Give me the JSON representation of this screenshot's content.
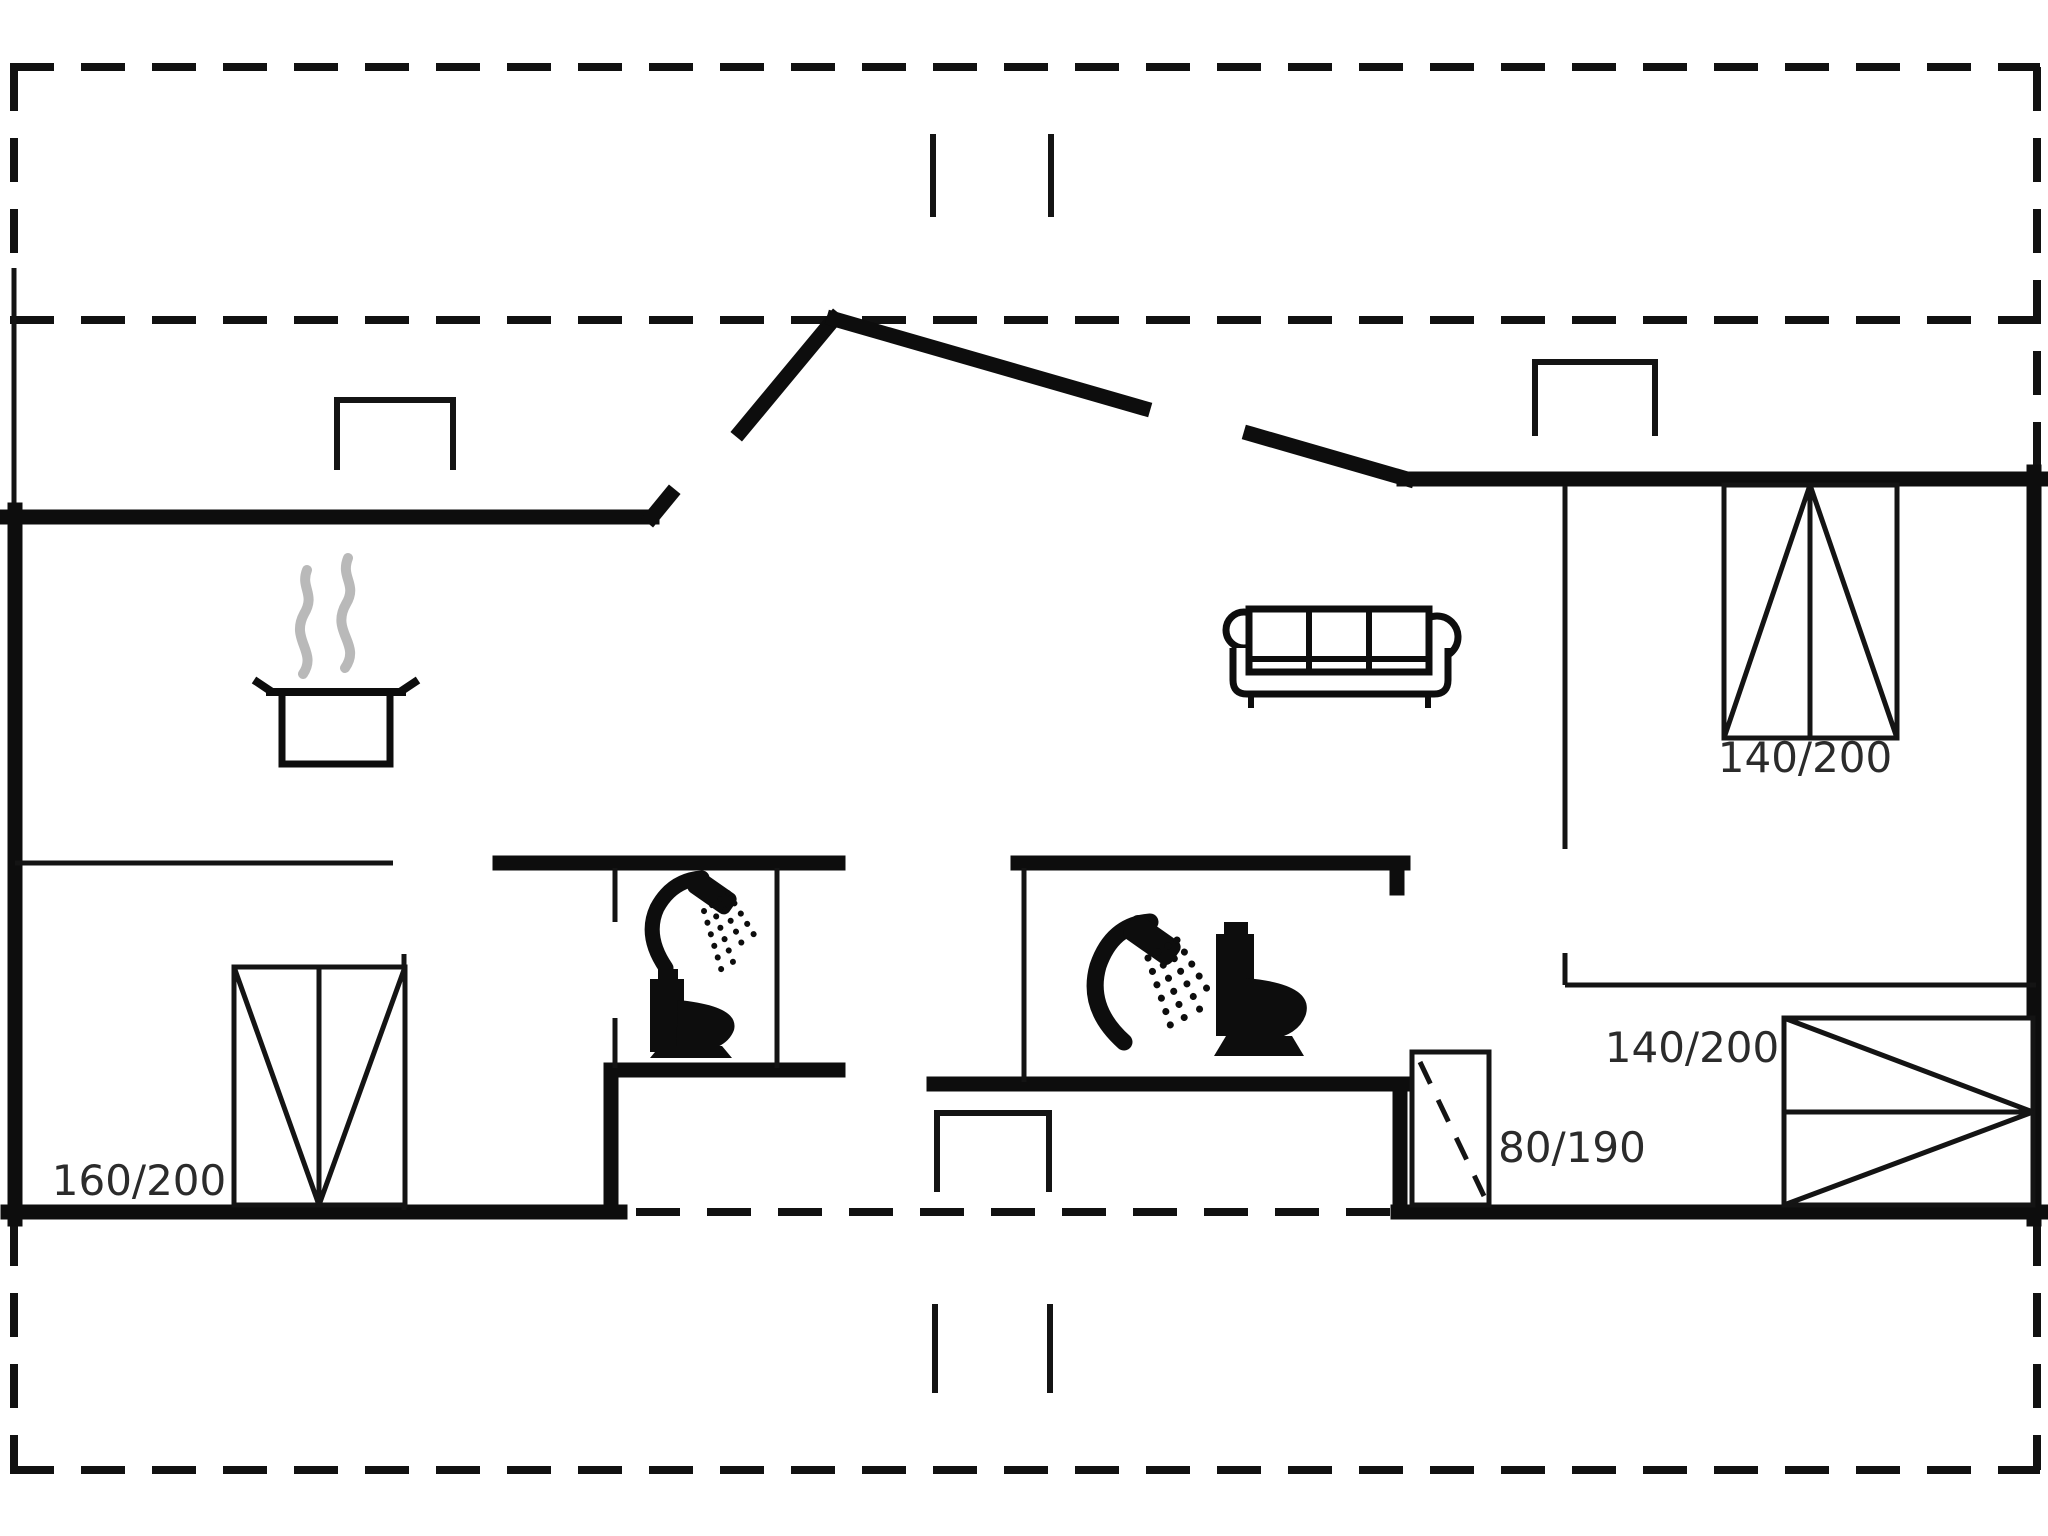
{
  "page": {
    "background": "#ffffff",
    "wall_color": "#0d0d0d",
    "steam_color": "#b9b9b9",
    "label_color": "#2b2b2b"
  },
  "floor_plan": {
    "bed_labels": {
      "bedroom_left": "160/200",
      "bedroom_top_right": "140/200",
      "bedroom_bottom_right": "140/200"
    },
    "door_label": "80/190",
    "icons": [
      "cooking-pot-icon",
      "steam-icon",
      "sofa-icon",
      "shower-icon",
      "toilet-icon",
      "double-bed-icon",
      "window-mark-icon",
      "entrance-door-icon"
    ]
  }
}
